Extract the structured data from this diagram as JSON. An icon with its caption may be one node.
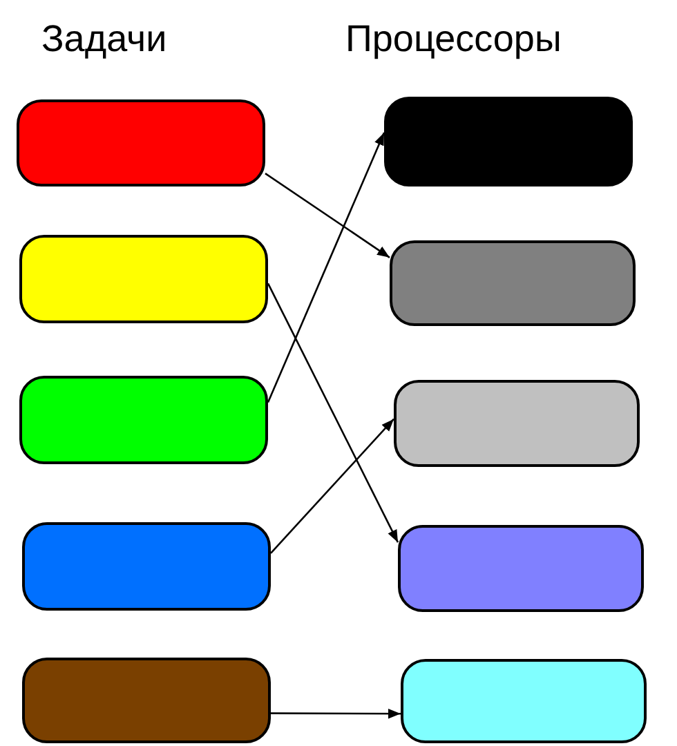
{
  "diagram": {
    "nodes": [
      {
        "text": [],
        "shape": "box"
      },
      {
        "text": [],
        "shape": "box"
      },
      {
        "text": [],
        "shape": "box"
      },
      {
        "text": [],
        "shape": "box"
      },
      {
        "text": [],
        "shape": "box"
      },
      {
        "text": [],
        "shape": "box"
      },
      {
        "text": [],
        "shape": "box"
      },
      {
        "text": [],
        "shape": "box"
      },
      {
        "text": [],
        "shape": "box"
      },
      {
        "text": [],
        "shape": "box"
      }
    ],
    "edges": [
      {
        "from": 0,
        "to": 6,
        "arrow": "to"
      },
      {
        "from": 1,
        "to": 8,
        "arrow": "to"
      },
      {
        "from": 2,
        "to": 5,
        "arrow": "to"
      },
      {
        "from": 3,
        "to": 7,
        "arrow": "to"
      },
      {
        "from": 4,
        "to": 9,
        "arrow": "to"
      }
    ],
    "labels": [
      "Задачи",
      "Процессоры"
    ]
  }
}
